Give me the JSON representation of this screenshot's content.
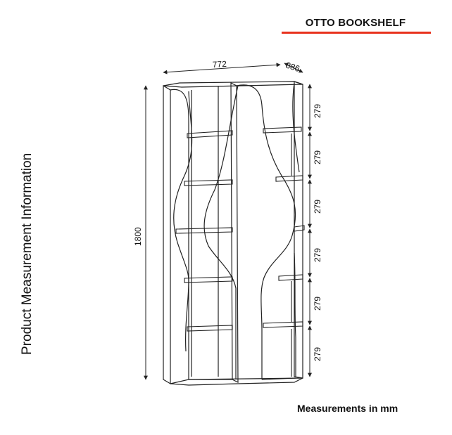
{
  "title": "OTTO BOOKSHELF",
  "side_label": "Product Measurement Information",
  "footer": "Measurements in mm",
  "dimensions": {
    "width": "772",
    "depth": "386",
    "height": "1800",
    "shelf_spacing": [
      "279",
      "279",
      "279",
      "279",
      "279",
      "279"
    ]
  },
  "colors": {
    "accent_rule": "#e8321d",
    "line": "#222222"
  }
}
